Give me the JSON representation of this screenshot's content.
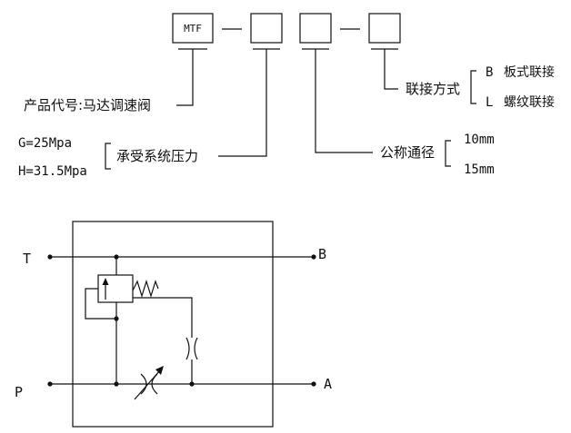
{
  "model_code": {
    "prefix": "MTF",
    "separator": "—"
  },
  "labels": {
    "product_code": "产品代号:马达调速阀",
    "pressure": "承受系统压力",
    "pressure_options": [
      "G=25Mpa",
      "H=31.5Mpa"
    ],
    "nominal_diameter": "公称通径",
    "diameter_options": [
      "10mm",
      "15mm"
    ],
    "connection_method": "联接方式",
    "connection_options": [
      {
        "code": "B",
        "text": "板式联接"
      },
      {
        "code": "L",
        "text": "螺纹联接"
      }
    ]
  },
  "schematic": {
    "ports": {
      "T": "T",
      "B": "B",
      "P": "P",
      "A": "A"
    }
  }
}
